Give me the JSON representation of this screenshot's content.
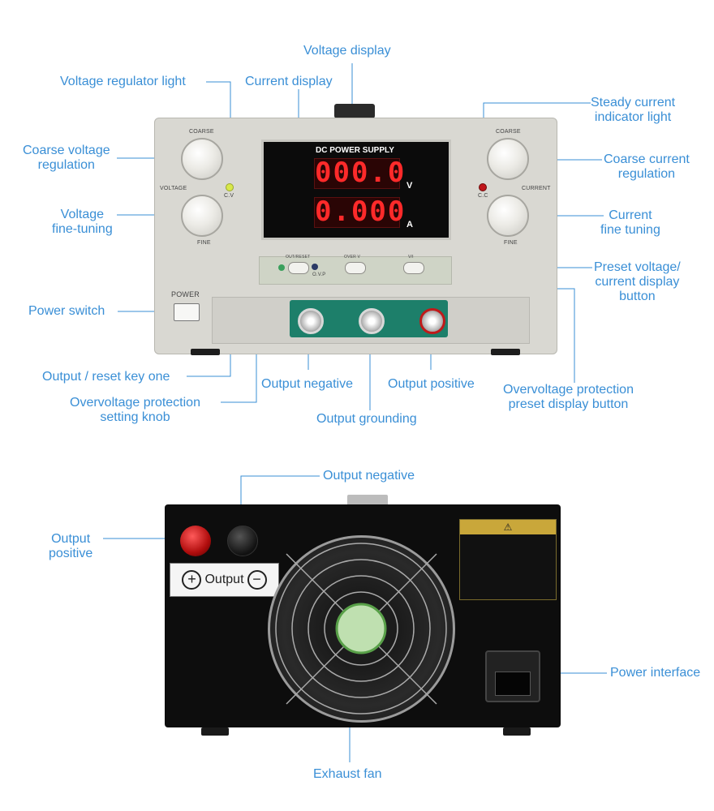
{
  "labels": {
    "voltage_display": "Voltage display",
    "voltage_regulator_light": "Voltage regulator light",
    "current_display": "Current display",
    "steady_current_light": [
      "Steady current",
      "indicator light"
    ],
    "coarse_voltage": [
      "Coarse voltage",
      "regulation"
    ],
    "coarse_current": [
      "Coarse current",
      "regulation"
    ],
    "voltage_fine": [
      "Voltage",
      "fine-tuning"
    ],
    "current_fine": [
      "Current",
      "fine tuning"
    ],
    "preset_display_button": [
      "Preset voltage/",
      "current display",
      "button"
    ],
    "power_switch": "Power switch",
    "output_reset": "Output / reset key one",
    "ovp_knob": [
      "Overvoltage protection",
      "setting knob"
    ],
    "output_negative_front": "Output negative",
    "output_positive_front": "Output positive",
    "ovp_preset_button": [
      "Overvoltage protection",
      "preset display button"
    ],
    "output_grounding": "Output grounding",
    "output_negative_back": "Output negative",
    "output_positive_back": [
      "Output",
      "positive"
    ],
    "power_interface": "Power interface",
    "exhaust_fan": "Exhaust fan"
  },
  "front_panel": {
    "display_title": "DC POWER SUPPLY",
    "voltage_reading": "000.0",
    "current_reading": "0.000",
    "voltage_unit": "V",
    "current_unit": "A",
    "coarse_left": "COARSE",
    "coarse_right": "COARSE",
    "voltage_side": "VOLTAGE",
    "current_side": "CURRENT",
    "fine_left": "FINE",
    "fine_right": "FINE",
    "cv_label": "C.V",
    "cc_label": "C.C",
    "btn_out_reset": "OUT/RESET",
    "btn_over_v": "OVER V",
    "btn_vi": "V/I",
    "ovp_label": "O.V.P",
    "power_label": "POWER",
    "colors": {
      "display_red": "#ff2a2a",
      "label_blue": "#3a8fd6",
      "cv_led": "#d8e84a",
      "cc_led": "#c0161b"
    }
  },
  "back_panel": {
    "output_sticker": "Output",
    "plus_symbol": "+",
    "minus_symbol": "−",
    "warning_symbol": "⚠"
  }
}
